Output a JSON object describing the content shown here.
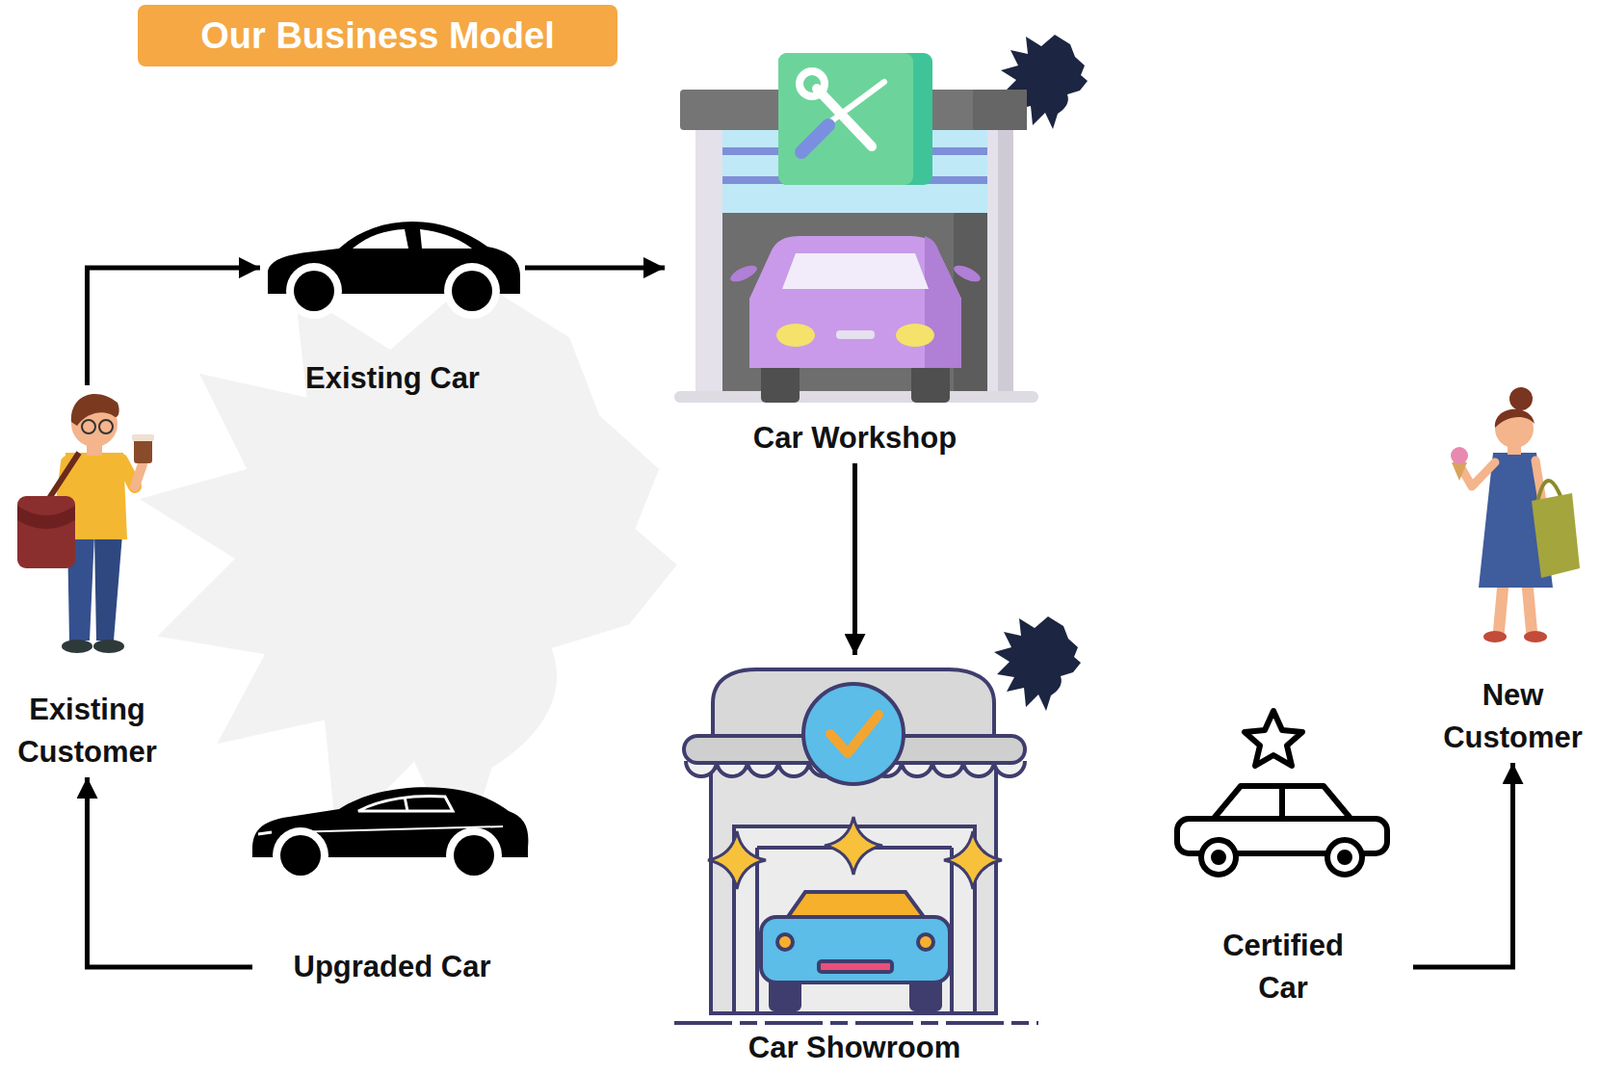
{
  "diagram": {
    "title": "Our Business Model",
    "nodes": [
      {
        "text": [
          "Existing Customer"
        ]
      },
      {
        "text": [
          "Existing Car"
        ]
      },
      {
        "text": [
          "Car Workshop"
        ]
      },
      {
        "text": [
          "Car Showroom"
        ]
      },
      {
        "text": [
          "Upgraded Car"
        ]
      },
      {
        "text": [
          "Certified Car"
        ]
      },
      {
        "text": [
          "New Customer"
        ]
      }
    ],
    "edges": [
      {
        "from": 0,
        "to": 1,
        "arrow": "to"
      },
      {
        "from": 1,
        "to": 2,
        "arrow": "to"
      },
      {
        "from": 2,
        "to": 3,
        "arrow": "to"
      },
      {
        "from": 4,
        "to": 0,
        "arrow": "to"
      },
      {
        "from": 5,
        "to": 6,
        "arrow": "to"
      }
    ]
  }
}
